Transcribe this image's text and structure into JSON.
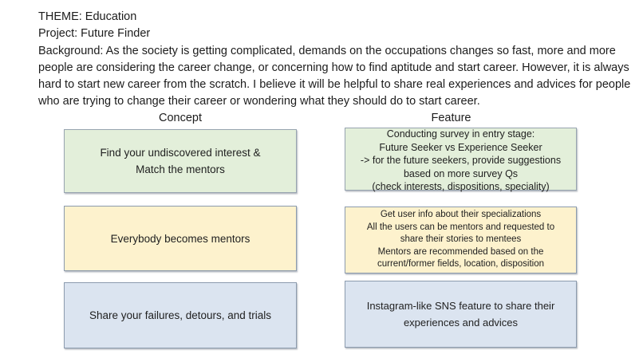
{
  "page": {
    "background_color": "#ffffff",
    "text_color": "#1f1f1f"
  },
  "header": {
    "theme": "THEME: Education",
    "project": "Project: Future Finder",
    "background_text": "Background: As the society is getting complicated, demands on the occupations changes so fast, more and more people are considering the career change, or concerning how to find aptitude and start career. However, it is always hard to start new career from the scratch. I believe it will be helpful to share real experiences and advices for people who are trying to change their career or wondering what they should do to start career."
  },
  "table": {
    "concept_header": "Concept",
    "feature_header": "Feature",
    "rows": [
      {
        "color_name": "green",
        "fill": "#e3efda",
        "border": "#97a4b0",
        "concept_text": "Find your undiscovered interest &\nMatch the mentors",
        "feature_text": "Conducting survey in entry stage:\nFuture Seeker vs Experience Seeker\n-> for the future seekers, provide suggestions\nbased on more survey Qs\n(check interests, dispositions, speciality)"
      },
      {
        "color_name": "yellow",
        "fill": "#fdf2cd",
        "border": "#8c9bae",
        "concept_text": "Everybody becomes mentors",
        "feature_text": "Get user info about their specializations\nAll the users can be mentors and requested to\nshare their stories to mentees\nMentors are recommended based on the\ncurrent/former fields, location, disposition"
      },
      {
        "color_name": "blue",
        "fill": "#dbe4f0",
        "border": "#8c9bae",
        "concept_text": "Share your failures, detours, and trials",
        "feature_text": "Instagram-like SNS feature to share their\nexperiences and advices"
      }
    ]
  }
}
